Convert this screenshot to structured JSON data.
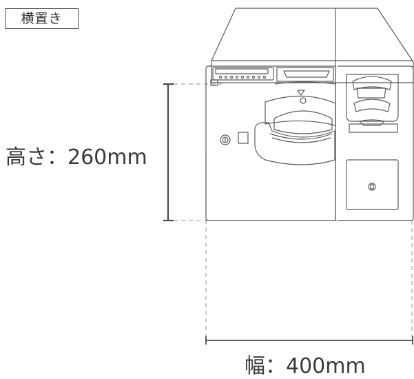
{
  "orientation_label": "横置き",
  "height_label": "高さ：260mm",
  "width_label": "幅：400mm",
  "colors": {
    "outline": "#5a5a5a",
    "dim_line": "#4a4a4a",
    "guide_dash": "#a8a8a8",
    "text": "#3a3a3a"
  },
  "icons": [
    "key-lock-icon",
    "lock-icon"
  ]
}
